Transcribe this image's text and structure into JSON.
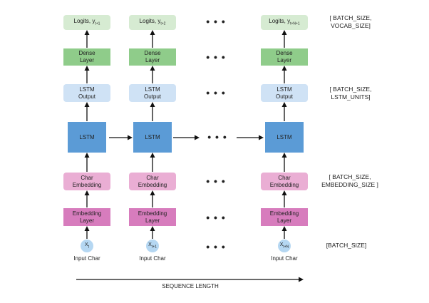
{
  "columns": [
    {
      "logits": "Logits, y",
      "logits_sub": "t+1",
      "dense": [
        "Dense",
        "Layer"
      ],
      "lstm_out": [
        "LSTM",
        "Output"
      ],
      "lstm": "LSTM",
      "char_emb": [
        "Char",
        "Embedding"
      ],
      "emb_layer": [
        "Embedding",
        "Layer"
      ],
      "input_sym": "X",
      "input_sub": "t",
      "input_label": "Input Char"
    },
    {
      "logits": "Logits, y",
      "logits_sub": "t+2",
      "dense": [
        "Dense",
        "Layer"
      ],
      "lstm_out": [
        "LSTM",
        "Output"
      ],
      "lstm": "LSTM",
      "char_emb": [
        "Char",
        "Embedding"
      ],
      "emb_layer": [
        "Embedding",
        "Layer"
      ],
      "input_sym": "X",
      "input_sub": "t+1",
      "input_label": "Input Char"
    },
    {
      "logits": "Logits, y",
      "logits_sub": "t+N+1",
      "dense": [
        "Dense",
        "Layer"
      ],
      "lstm_out": [
        "LSTM",
        "Output"
      ],
      "lstm": "LSTM",
      "char_emb": [
        "Char",
        "Embedding"
      ],
      "emb_layer": [
        "Embedding",
        "Layer"
      ],
      "input_sym": "X",
      "input_sub": "t+N",
      "input_label": "Input Char"
    }
  ],
  "ellipsis": "• • •",
  "shapes": [
    [
      "[ BATCH_SIZE,",
      "VOCAB_SIZE]"
    ],
    [
      "[ BATCH_SIZE,",
      "LSTM_UNITS]"
    ],
    [
      "[ BATCH_SIZE,",
      "EMBEDDING_SIZE ]"
    ],
    [
      "[BATCH_SIZE]"
    ]
  ],
  "axis_label": "SEQUENCE LENGTH",
  "colors": {
    "logits": "#d6ebd2",
    "dense": "#8fcc8a",
    "lstm_output": "#cfe2f5",
    "lstm": "#5b9bd6",
    "char_embedding": "#eaaed4",
    "embedding_layer": "#d77cbd",
    "input": "#b5d7f2",
    "arrow": "#111111"
  }
}
